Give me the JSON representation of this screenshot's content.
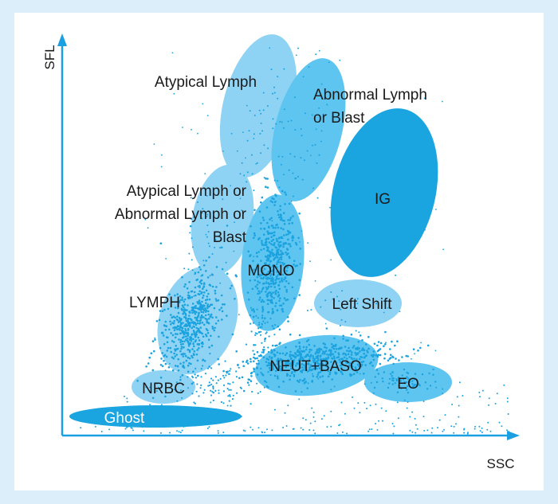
{
  "axes": {
    "x_label": "SSC",
    "y_label": "SFL"
  },
  "colors": {
    "frame": "#dceef9",
    "axis": "#1a9fe0",
    "light_region": "#8fd3f4",
    "mid_region": "#5ec4f0",
    "dark_region": "#1aa5e0",
    "dots": "#1ba3df",
    "label_dark": "#1a1a1a",
    "label_light": "#ffffff"
  },
  "regions": {
    "atypical_lymph": "Atypical Lymph",
    "abnormal_lymph_1": "Abnormal Lymph",
    "abnormal_lymph_2": "or Blast",
    "mixed_1": "Atypical Lymph or",
    "mixed_2": "Abnormal Lymph or",
    "mixed_3": "Blast",
    "ig": "IG",
    "mono": "MONO",
    "left_shift": "Left Shift",
    "lymph": "LYMPH",
    "neut_baso": "NEUT+BASO",
    "eo": "EO",
    "nrbc": "NRBC",
    "ghost": "Ghost"
  }
}
